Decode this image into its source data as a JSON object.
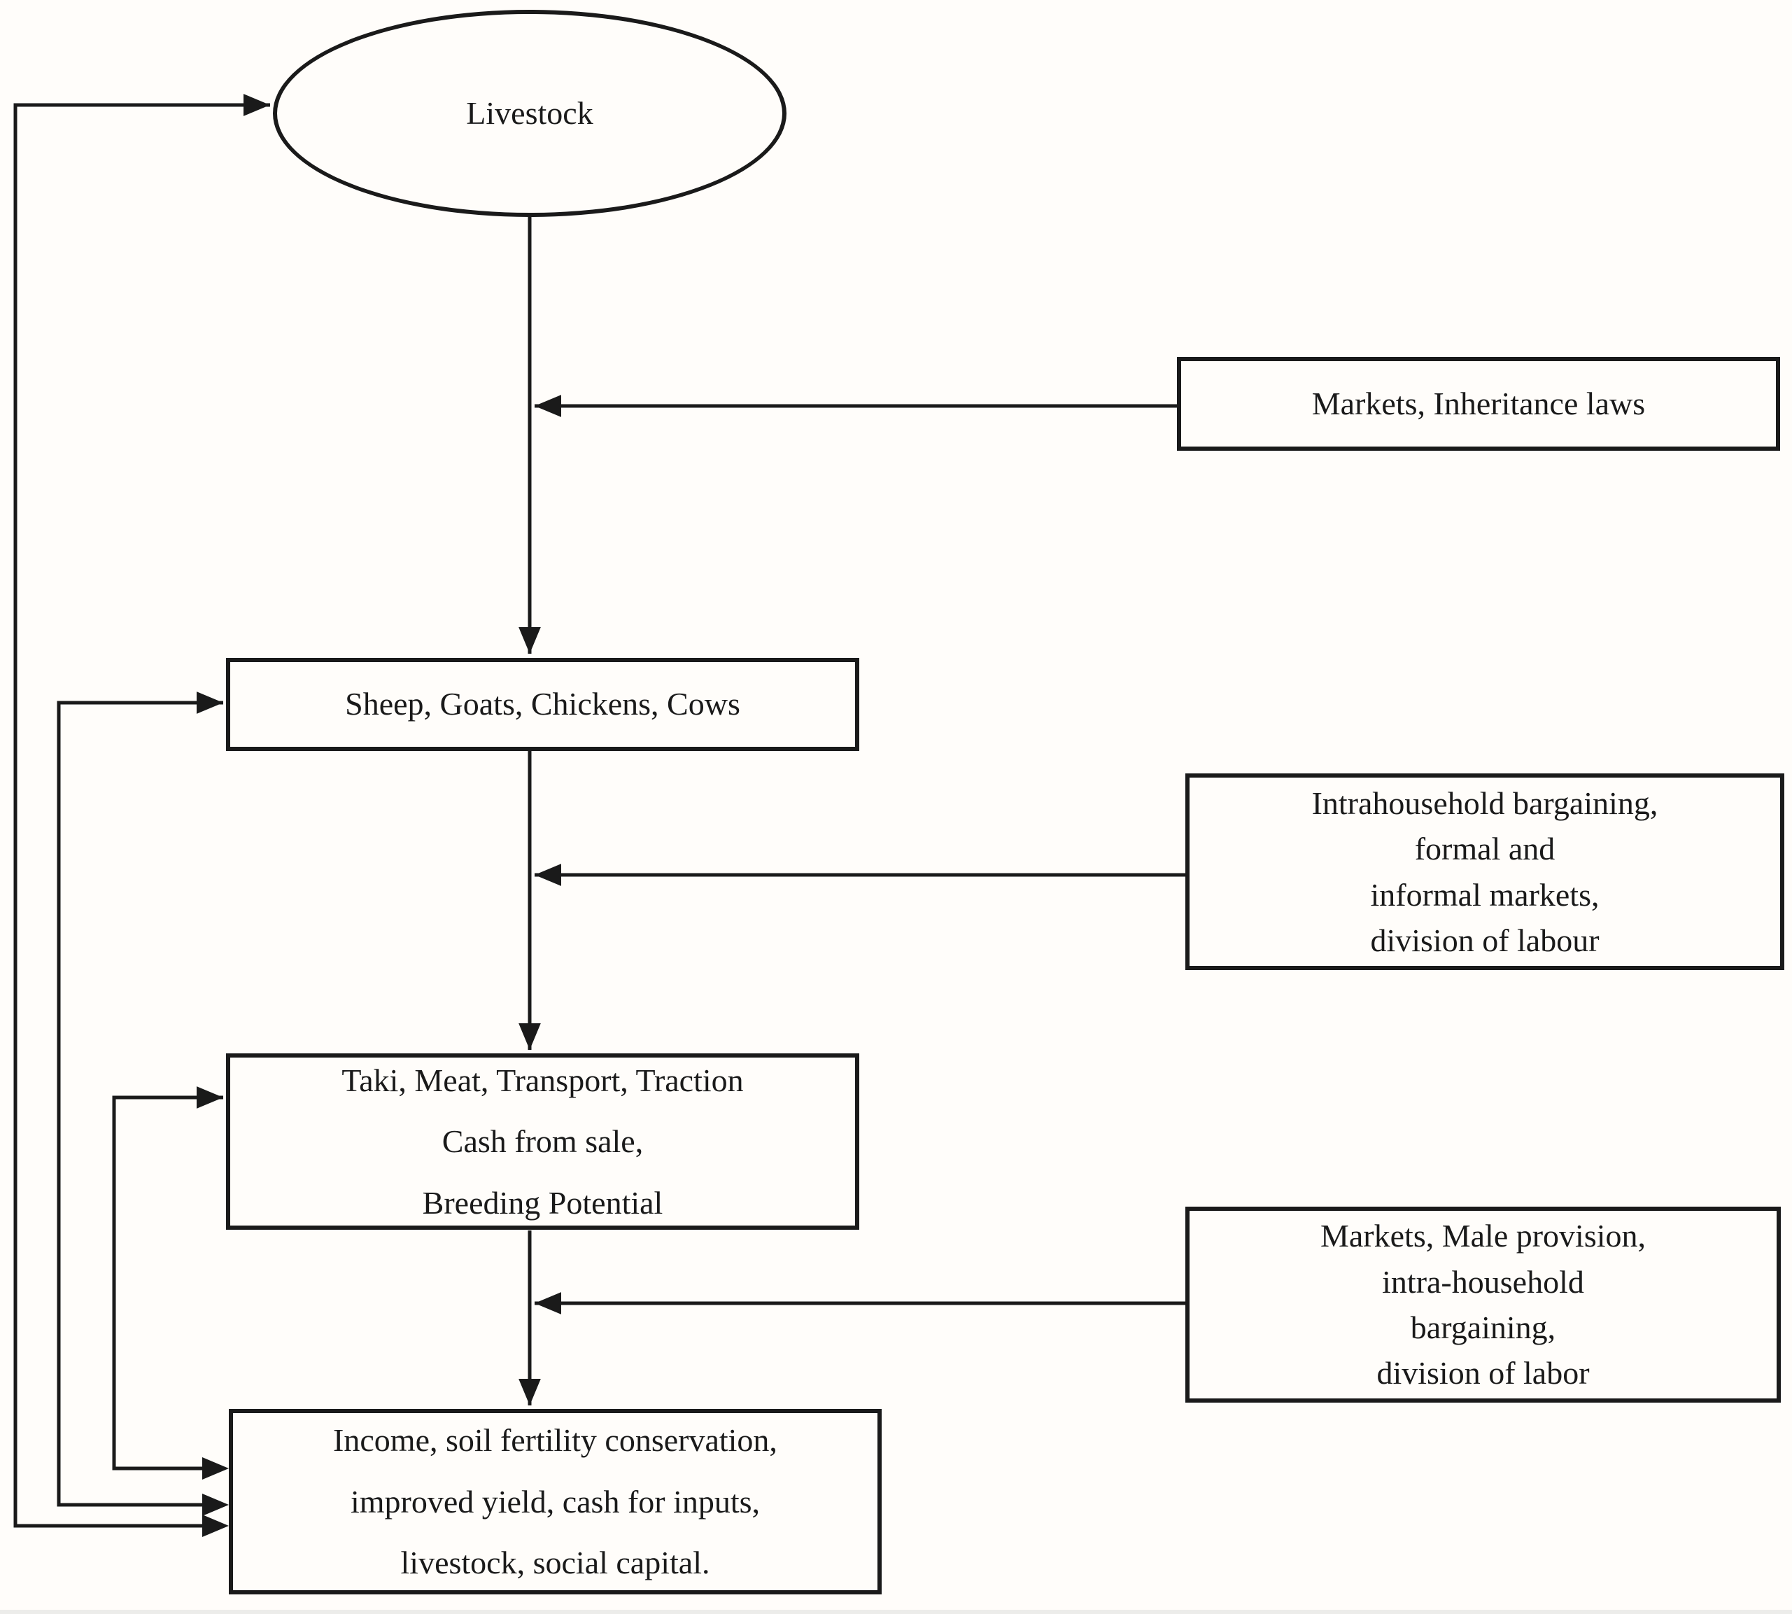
{
  "diagram": {
    "background_color": "#fffdfa",
    "ink_color": "#1a1a1a",
    "nodes": {
      "livestock": {
        "shape": "ellipse",
        "label": "Livestock"
      },
      "species": {
        "shape": "rect",
        "label": "Sheep, Goats, Chickens, Cows"
      },
      "products": {
        "shape": "rect",
        "lines": [
          "Taki, Meat, Transport, Traction",
          "Cash from sale,",
          "Breeding Potential"
        ]
      },
      "outcomes": {
        "shape": "rect",
        "lines": [
          "Income, soil fertility conservation,",
          "improved yield, cash for inputs,",
          "livestock, social capital."
        ]
      },
      "inheritance": {
        "shape": "rect",
        "label": "Markets, Inheritance laws"
      },
      "bargaining": {
        "shape": "rect",
        "lines": [
          "Intrahousehold bargaining,",
          "formal and",
          "informal markets,",
          "division of labour"
        ]
      },
      "provision": {
        "shape": "rect",
        "lines": [
          "Markets, Male provision,",
          "intra-household",
          "bargaining,",
          "division of labor"
        ]
      }
    },
    "edges": [
      "livestock -> species",
      "species -> products",
      "products -> outcomes",
      "inheritance -> (livestock-species flow)",
      "bargaining -> (species-products flow)",
      "provision -> (products-outcomes flow)",
      "outcomes <-> livestock (feedback loop)",
      "outcomes <-> species (feedback loop)",
      "outcomes <-> products (feedback loop)"
    ]
  }
}
